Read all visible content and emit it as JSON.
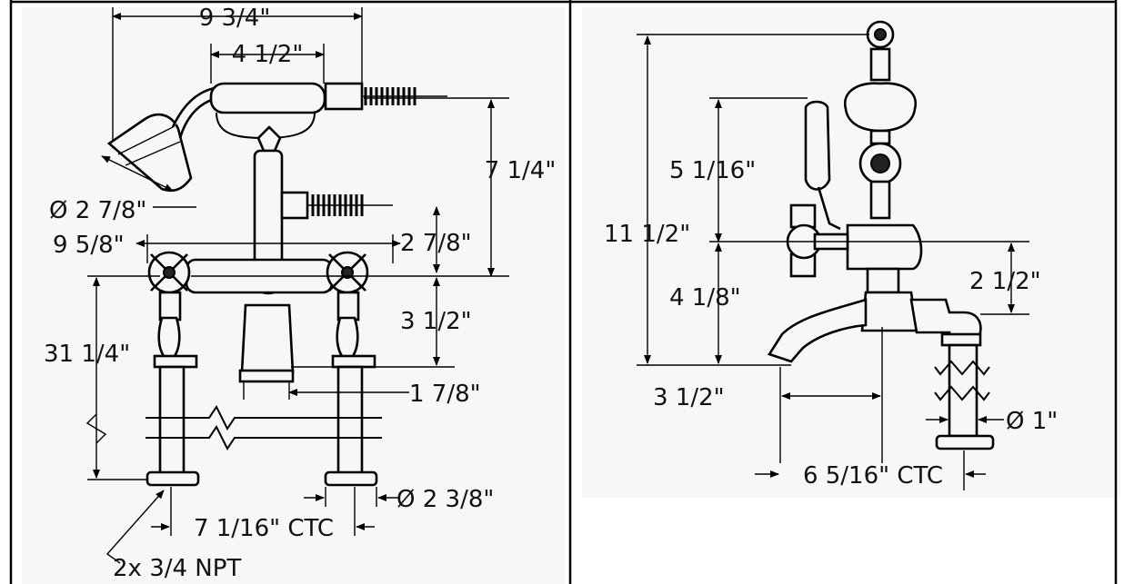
{
  "front_view": {
    "overall_width": "9 3/4\"",
    "handshower_cradle_width": "4 1/2\"",
    "handshower_diameter": "Ø 2 7/8\"",
    "cradle_height": "7 1/4\"",
    "spread_width": "9 5/8\"",
    "hose_outlet_height": "2 7/8\"",
    "spout_drop": "3 1/2\"",
    "spout_outlet": "1 7/8\"",
    "leg_height": "31 1/4\"",
    "base_diameter": "Ø 2 3/8\"",
    "centers": "7 1/16\" CTC",
    "connection": "2x 3/4 NPT"
  },
  "side_view": {
    "overall_height": "11 1/2\"",
    "lever_height": "5 1/16\"",
    "spout_height": "4 1/8\"",
    "elbow_height": "2 1/2\"",
    "spout_reach": "3 1/2\"",
    "leg_diameter": "Ø 1\"",
    "centers": "6 5/16\" CTC"
  },
  "colors": {
    "border": "#000000",
    "panel": "#f7f7f7",
    "line": "#000000"
  }
}
